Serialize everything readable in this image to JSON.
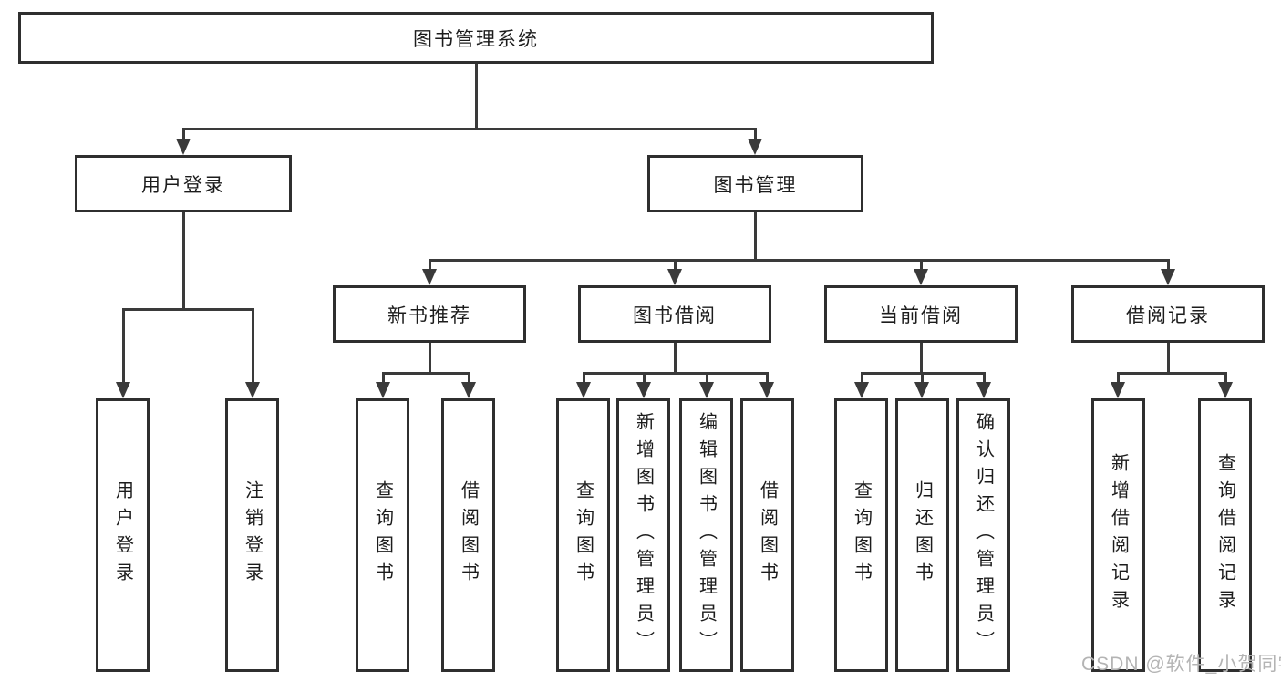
{
  "diagram": {
    "nodes": {
      "root": {
        "label": "图书管理系统"
      },
      "level2": [
        {
          "label": "用户登录"
        },
        {
          "label": "图书管理"
        }
      ],
      "level3": [
        {
          "label": "新书推荐"
        },
        {
          "label": "图书借阅"
        },
        {
          "label": "当前借阅"
        },
        {
          "label": "借阅记录"
        }
      ],
      "leaves": [
        {
          "label": "用户登录"
        },
        {
          "label": "注销登录"
        },
        {
          "label": "查询图书"
        },
        {
          "label": "借阅图书"
        },
        {
          "label": "查询图书"
        },
        {
          "label": "新增图书（管理员）"
        },
        {
          "label": "编辑图书（管理员）"
        },
        {
          "label": "借阅图书"
        },
        {
          "label": "查询图书"
        },
        {
          "label": "归还图书"
        },
        {
          "label": "确认归还（管理员）"
        },
        {
          "label": "新增借阅记录"
        },
        {
          "label": "查询借阅记录"
        }
      ]
    },
    "colors": {
      "line": "#3a3a3a",
      "box_border": "#2f2f2f",
      "text": "#1c1c1c",
      "watermark": "#b4b4b4",
      "background": "#ffffff"
    }
  },
  "watermark": {
    "text": "CSDN @软件_小贺同学"
  }
}
